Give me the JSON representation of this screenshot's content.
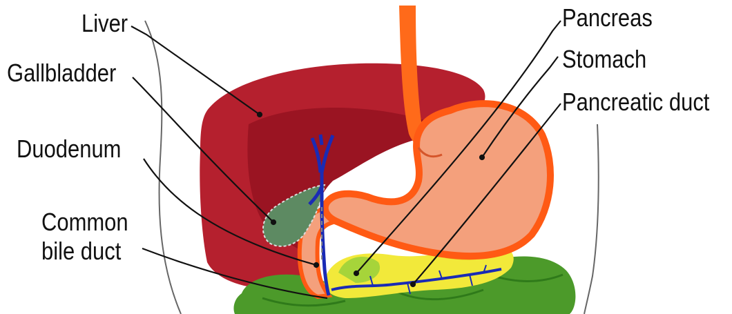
{
  "labels": {
    "liver": "Liver",
    "gallbladder": "Gallbladder",
    "duodenum": "Duodenum",
    "common_bile_duct_line1": "Common",
    "common_bile_duct_line2": "bile duct",
    "pancreas": "Pancreas",
    "stomach": "Stomach",
    "pancreatic_duct": "Pancreatic duct"
  },
  "colors": {
    "liver": "#b5202e",
    "liver_shadow": "#9a1422",
    "gallbladder": "#5d8a62",
    "stomach_fill": "#f4a07c",
    "stomach_wall": "#ff5a14",
    "esophagus": "#ff6a1a",
    "pancreas": "#f2e93a",
    "intestine": "#4c9a2a",
    "bile_duct": "#1a2bb5",
    "leader_line": "#111111"
  }
}
